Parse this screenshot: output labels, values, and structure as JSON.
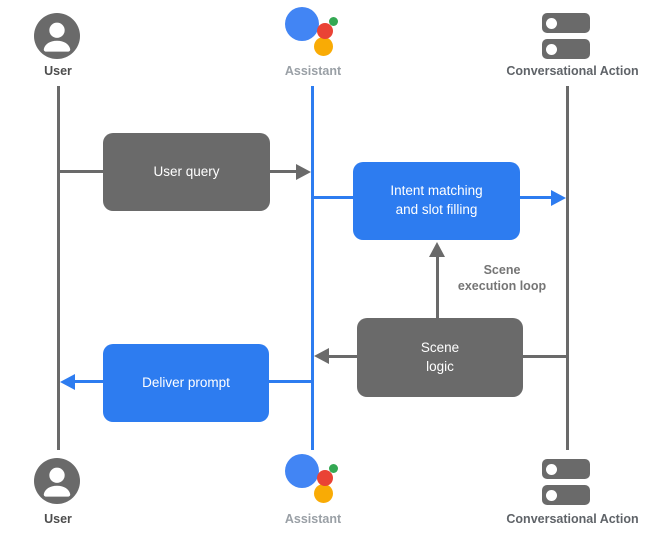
{
  "colors": {
    "box_gray": "#6a6a6a",
    "flow_blue": "#2d7cf0",
    "label_dark": "#4d4d4d",
    "label_light": "#9aa0a6",
    "label_medium": "#5f6368",
    "annotation_gray": "#757575",
    "assistant_blue": "#4285F4",
    "assistant_red": "#EA4335",
    "assistant_yellow": "#F9AB05",
    "assistant_green": "#34A853",
    "white": "#ffffff"
  },
  "actors": {
    "user": {
      "label": "User"
    },
    "assistant": {
      "label": "Assistant"
    },
    "conversational_action": {
      "label": "Conversational Action"
    }
  },
  "flow": {
    "user_query": {
      "label": "User query"
    },
    "intent_matching": {
      "label": "Intent matching\nand slot filling"
    },
    "scene_logic": {
      "label": "Scene\nlogic"
    },
    "deliver_prompt": {
      "label": "Deliver prompt"
    },
    "scene_execution_loop": {
      "label": "Scene\nexecution loop"
    }
  }
}
